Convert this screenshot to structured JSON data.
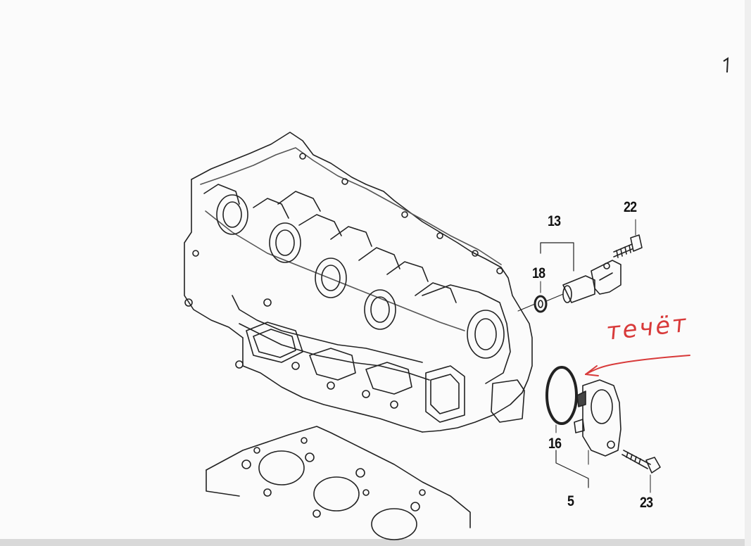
{
  "callouts": {
    "c13": "13",
    "c18": "18",
    "c22": "22",
    "c16": "16",
    "c5": "5",
    "c23": "23"
  },
  "annotation": {
    "text": "течёт",
    "color": "#d83a3a"
  },
  "colors": {
    "line": "#222222",
    "paper": "#fbfbfb"
  }
}
